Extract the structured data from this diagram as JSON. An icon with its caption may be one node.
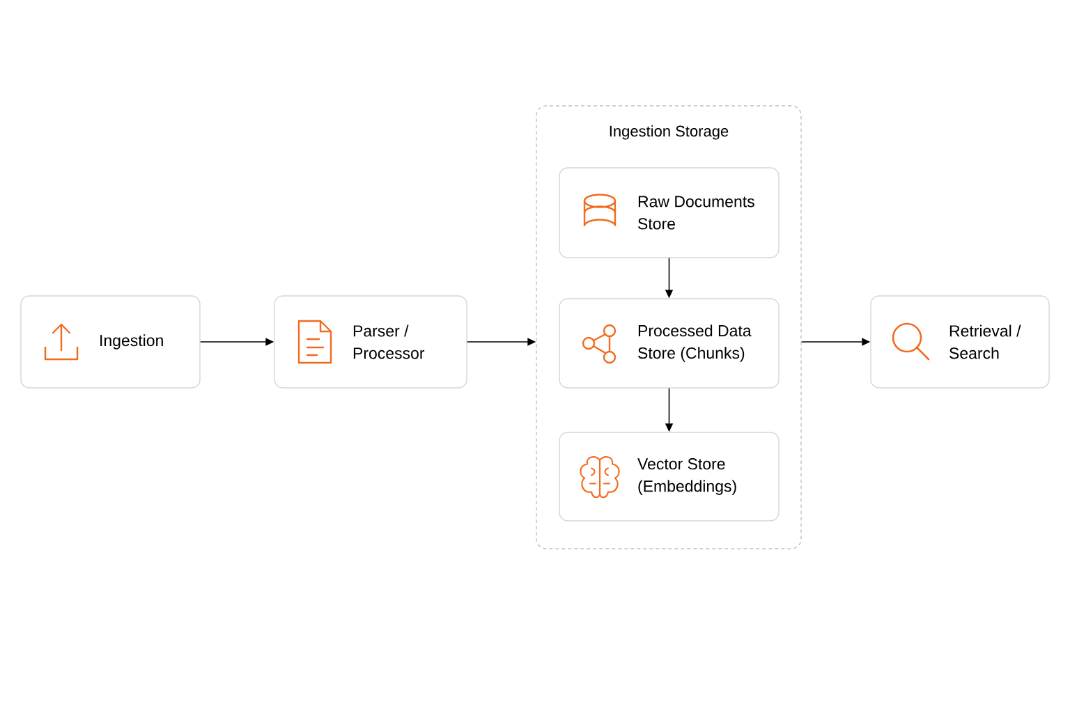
{
  "diagram": {
    "nodes": [
      {
        "text": [
          "Ingestion"
        ]
      },
      {
        "text": [
          "Parser / Processor"
        ]
      },
      {
        "text": [
          "Ingestion Storage"
        ]
      },
      {
        "text": [
          "Raw Documents Store"
        ],
        "in": 2
      },
      {
        "text": [
          "Processed Data Store (Chunks)"
        ],
        "in": 2
      },
      {
        "text": [
          "Vector Store (Embeddings)"
        ],
        "in": 2
      },
      {
        "text": [
          "Retrieval / Search"
        ]
      }
    ],
    "edges": [
      {
        "from": 0,
        "to": 1,
        "arrow": "to"
      },
      {
        "from": 1,
        "to": 2,
        "arrow": "to"
      },
      {
        "from": 3,
        "to": 4,
        "arrow": "to"
      },
      {
        "from": 4,
        "to": 5,
        "arrow": "to"
      },
      {
        "from": 2,
        "to": 6,
        "arrow": "to"
      }
    ]
  }
}
